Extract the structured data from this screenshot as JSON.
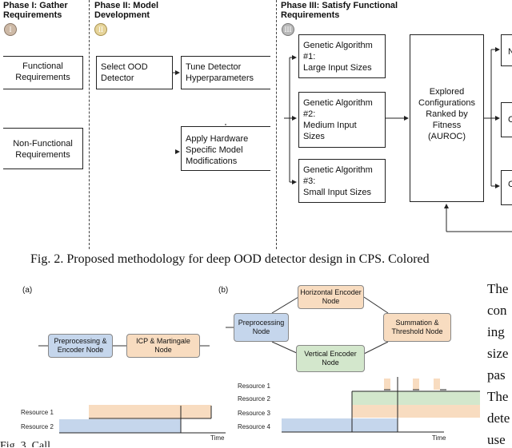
{
  "figure2": {
    "phases": [
      {
        "title_line1": "Phase I: Gather",
        "title_line2": "Requirements",
        "badge": "I"
      },
      {
        "title_line1": "Phase II: Model",
        "title_line2": "Development",
        "badge": "II"
      },
      {
        "title_line1": "Phase III: Satisfy Functional",
        "title_line2": "Requirements",
        "badge": "III"
      }
    ],
    "boxes": {
      "functional": [
        "Functional",
        "Requirements"
      ],
      "non_functional": [
        "Non-Functional",
        "Requirements"
      ],
      "select_ood": [
        "Select OOD",
        "Detector"
      ],
      "tune": [
        "Tune Detector",
        "Hyperparameters"
      ],
      "apply_hw": [
        "Apply Hardware",
        "Specific Model",
        "Modifications"
      ],
      "ga1": [
        "Genetic Algorithm",
        "#1:",
        "Large Input Sizes"
      ],
      "ga2": [
        "Genetic Algorithm",
        "#2:",
        "Medium Input",
        "Sizes"
      ],
      "ga3": [
        "Genetic Algorithm",
        "#3:",
        "Small Input Sizes"
      ],
      "explored": [
        "Explored",
        "Configurations",
        "Ranked by",
        "Fitness",
        "(AUROC)"
      ],
      "right_partials": [
        "N",
        "C",
        "C"
      ]
    },
    "caption": "Fig. 2.  Proposed methodology for deep OOD detector design in CPS. Colored"
  },
  "figure3": {
    "panel_a": {
      "label": "(a)",
      "nodes": [
        "Preprocessing & Encoder Node",
        "ICP & Martingale Node"
      ],
      "resources": [
        "Resource 1",
        "Resource 2"
      ],
      "time": "Time"
    },
    "panel_b": {
      "label": "(b)",
      "nodes": {
        "horizontal": "Horizontal Encoder Node",
        "preprocessing": "Preprocessing Node",
        "summation": "Summation & Threshold Node",
        "vertical": "Vertical Encoder Node"
      },
      "resources": [
        "Resource 1",
        "Resource 2",
        "Resource 3",
        "Resource 4"
      ],
      "time": "Time"
    },
    "caption_partial": "Fig. 3.  Call"
  },
  "right_column_text": [
    "The",
    "con",
    "ing",
    "size",
    "pas",
    "The",
    "dete",
    "use"
  ],
  "colors": {
    "blue": "#c5d6ec",
    "orange": "#f8dcc0",
    "green": "#d3e7cc",
    "badge_fill": "#cdb9a6"
  }
}
